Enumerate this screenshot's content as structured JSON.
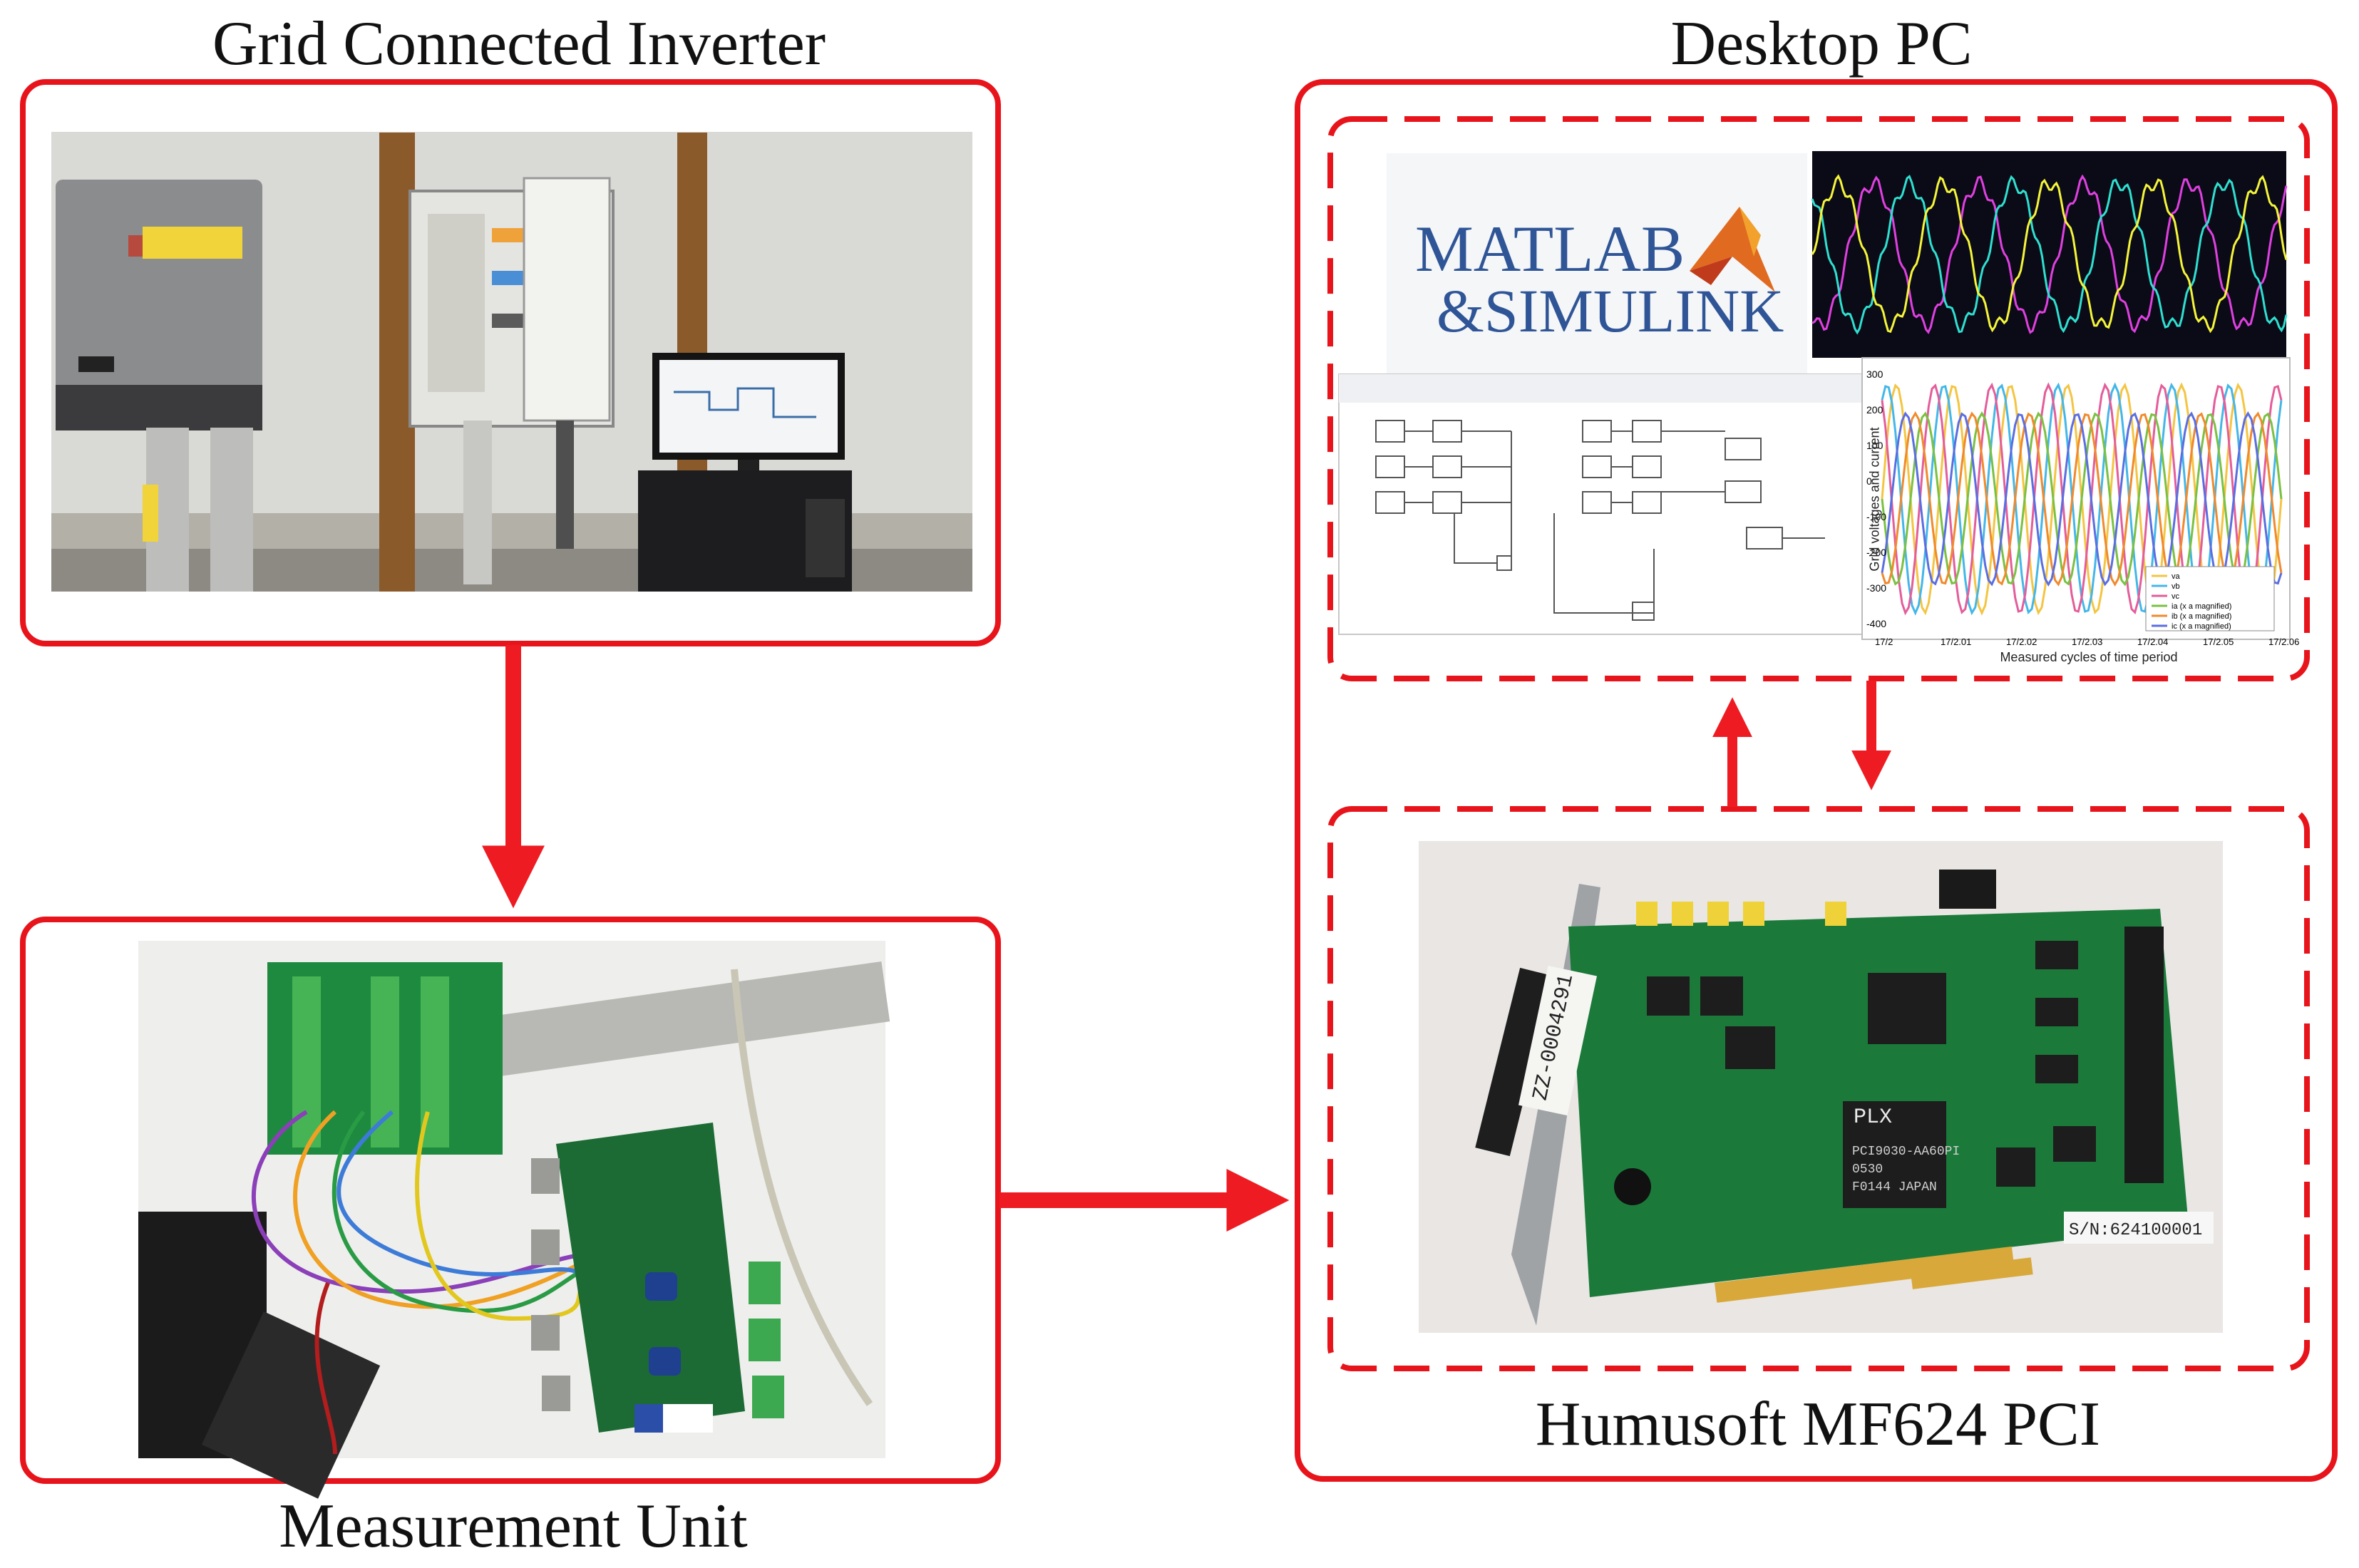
{
  "labels": {
    "inverter_title": "Grid Connected Inverter",
    "pc_title": "Desktop PC",
    "measurement_title": "Measurement Unit",
    "daq_title": "Humusoft MF624 PCI"
  },
  "screen": {
    "logo_line1": "MATLAB",
    "logo_line2": "&SIMULINK",
    "plot_ylabel": "Grid voltages and current",
    "plot_xlabel": "Measured cycles of time period",
    "y_ticks": [
      "300",
      "200",
      "100",
      "0",
      "-100",
      "-200",
      "-300",
      "-400"
    ],
    "x_ticks": [
      "17/2",
      "17/2.01",
      "17/2.02",
      "17/2.03",
      "17/2.04",
      "17/2.05",
      "17/2.06"
    ],
    "legend": [
      "va",
      "vb",
      "vc",
      "ia (x a magnified)",
      "ib (x a magnified)",
      "ic (x a magnified)"
    ]
  },
  "board": {
    "chip_brand": "PLX",
    "chip_text": "PCI9030-AA60PI",
    "chip_code": "0530",
    "chip_origin": "F0144 JAPAN",
    "serial": "S/N:624100001",
    "sticker": "ZZ-0004291"
  },
  "colors": {
    "frame_red": "#e8141b",
    "arrow_red": "#ee1c22",
    "pcb_green": "#1c6b34"
  }
}
